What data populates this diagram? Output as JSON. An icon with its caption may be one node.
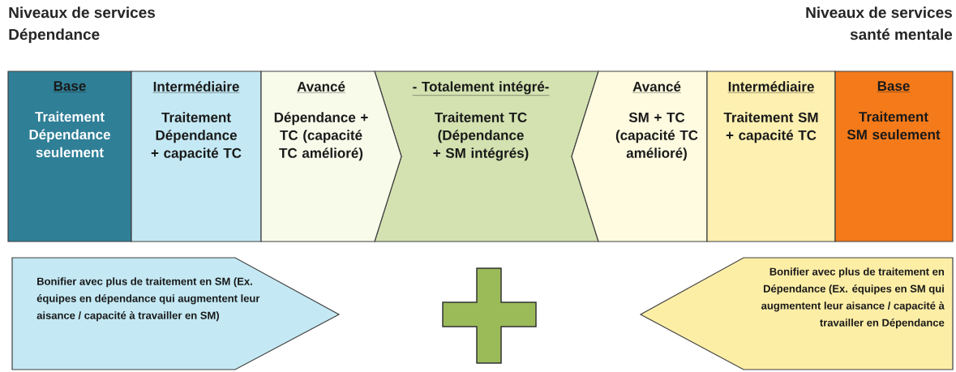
{
  "diagram": {
    "nodes": [
      {
        "text": [
          "Base",
          "Traitement Dépendance seulement"
        ]
      },
      {
        "text": [
          "Intermédiaire",
          "Traitement Dépendance + capacité TC"
        ]
      },
      {
        "text": [
          "Avancé",
          "Dépendance + TC (capacité TC amélioré)"
        ]
      },
      {
        "text": [
          "- Totalement intégré-",
          "Traitement TC (Dépendance + SM intégrés)"
        ]
      },
      {
        "text": [
          "Avancé",
          "SM + TC (capacité TC amélioré)"
        ]
      },
      {
        "text": [
          "Intermédiaire",
          "Traitement SM + capacité TC"
        ]
      },
      {
        "text": [
          "Base",
          "Traitement SM seulement"
        ]
      },
      {
        "text": [
          "Bonifier avec plus de traitement en SM (Ex. équipes en dépendance qui augmentent leur aisance / capacité à travailler en SM)"
        ]
      },
      {
        "text": [
          "Bonifier avec plus de traitement en Dépendance (Ex. équipes en SM qui augmentent leur aisance / capacité à travailler en Dépendance"
        ]
      }
    ],
    "labels": [
      "Niveaux de services Dépendance",
      "Niveaux de services santé mentale"
    ]
  }
}
